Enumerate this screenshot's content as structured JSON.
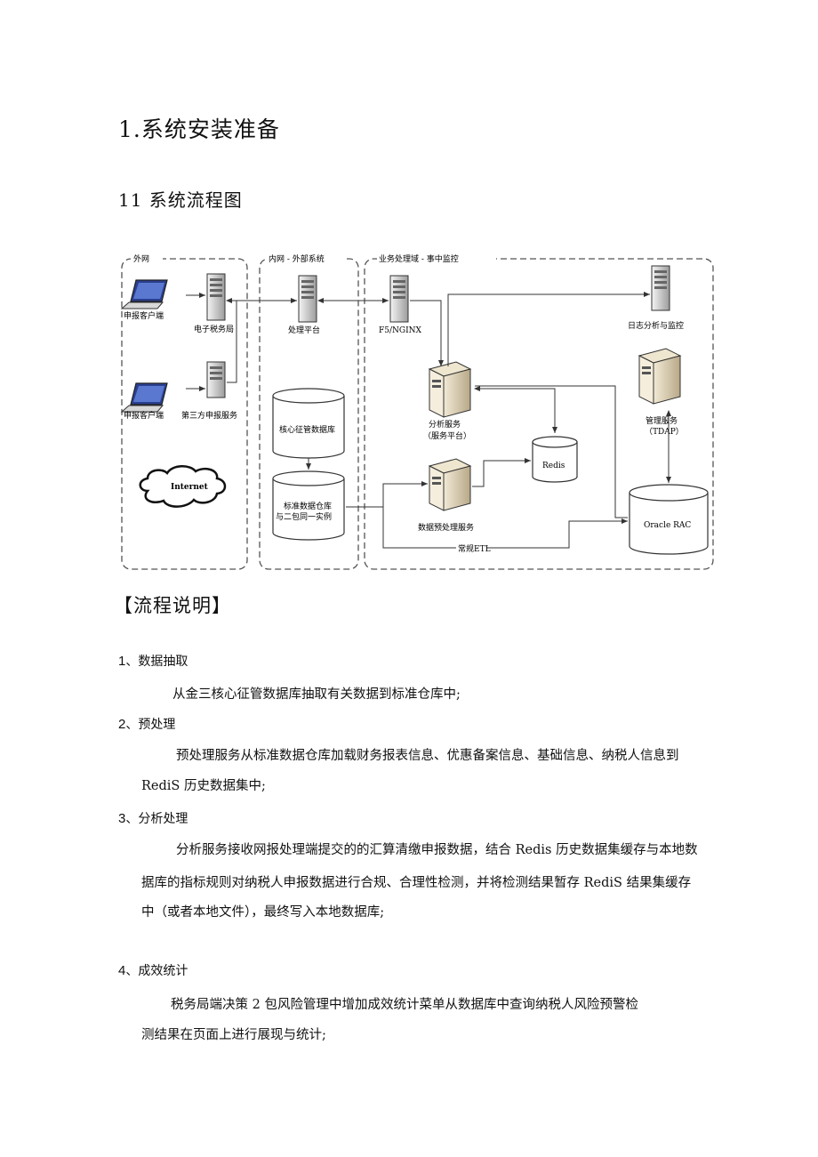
{
  "heading1": "1.系统安装准备",
  "heading2": "11 系统流程图",
  "diagram": {
    "zone_external": "外网",
    "zone_internal": "内网 - 外部系统",
    "zone_business": "业务处理域 - 事中监控",
    "client1": "申报客户端",
    "client2": "申报客户端",
    "etax": "电子税务局",
    "third_party": "第三方申报服务",
    "internet": "Internet",
    "platform": "处理平台",
    "core_db": "核心征管数据库",
    "std_db_line1": "标准数据仓库",
    "std_db_line2": "与二包同一实例",
    "f5": "F5/NGINX",
    "analysis_line1": "分析服务",
    "analysis_line2": "（服务平台）",
    "redis": "Redis",
    "preprocess": "数据预处理服务",
    "etl": "常规ETL",
    "log": "日志分析与监控",
    "mgmt_line1": "管理服务",
    "mgmt_line2": "（TDAP）",
    "oracle": "Oracle RAC"
  },
  "heading3": "【流程说明】",
  "sections": [
    {
      "num": "1",
      "title": "、数据抽取",
      "lines": [
        "从金三核心征管数据库抽取有关数据到标准仓库中;"
      ]
    },
    {
      "num": "2",
      "title": "、预处理",
      "lines": [
        "预处理服务从标准数据仓库加载财务报表信息、优惠备案信息、基础信息、纳税人信息到",
        "RediS 历史数据集中;"
      ]
    },
    {
      "num": "3",
      "title": "、分析处理",
      "lines": [
        "分析服务接收网报处理端提交的的汇算清缴申报数据，结合 Redis 历史数据集缓存与本地数",
        "据库的指标规则对纳税人申报数据进行合规、合理性检测，并将检测结果暂存 RediS 结果集缓存",
        "中（或者本地文件），最终写入本地数据库;"
      ]
    },
    {
      "num": "4",
      "title": "、成效统计",
      "lines": [
        "税务局端决策 2 包风险管理中增加成效统计菜单从数据库中查询纳税人风险预警检",
        "测结果在页面上进行展现与统计;"
      ]
    }
  ]
}
